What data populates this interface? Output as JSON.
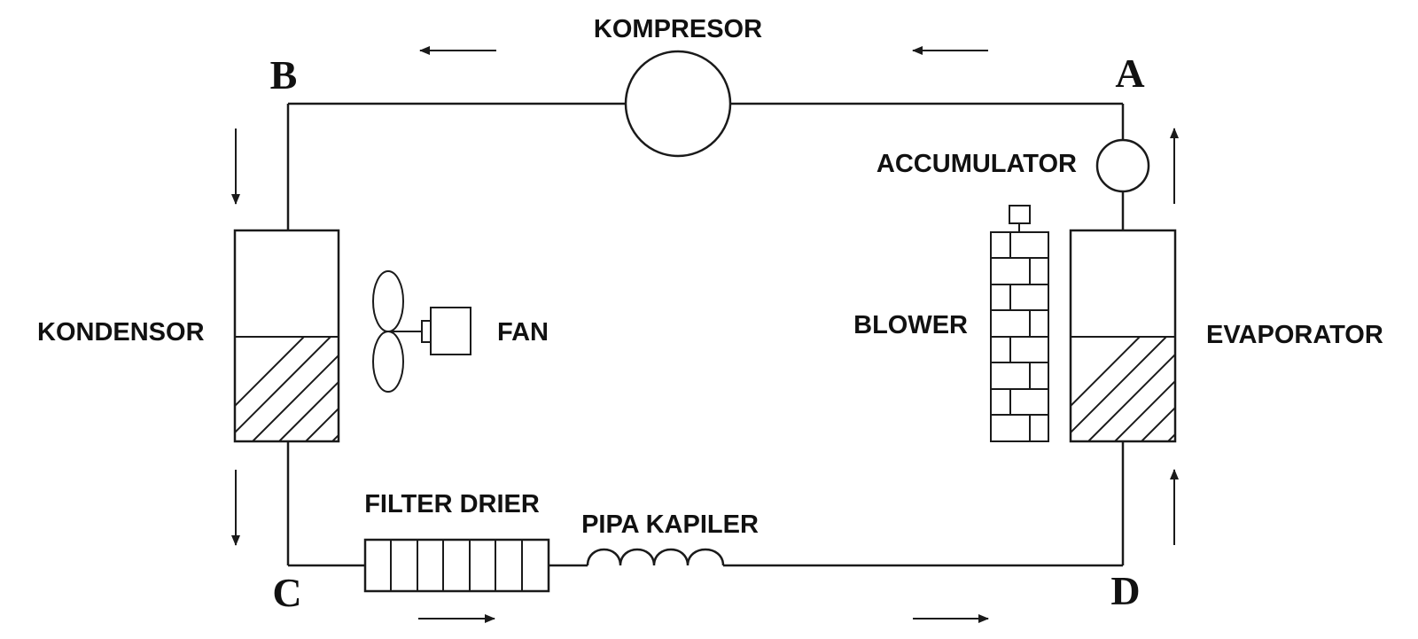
{
  "points": {
    "a": "A",
    "b": "B",
    "c": "C",
    "d": "D"
  },
  "labels": {
    "kompresor": "KOMPRESOR",
    "accumulator": "ACCUMULATOR",
    "kondensor": "KONDENSOR",
    "fan": "FAN",
    "blower": "BLOWER",
    "evaporator": "EVAPORATOR",
    "filter_drier": "FILTER DRIER",
    "pipa_kapiler": "PIPA KAPILER"
  },
  "colors": {
    "line": "#1a1a1a",
    "text": "#111111",
    "background": "#ffffff"
  }
}
